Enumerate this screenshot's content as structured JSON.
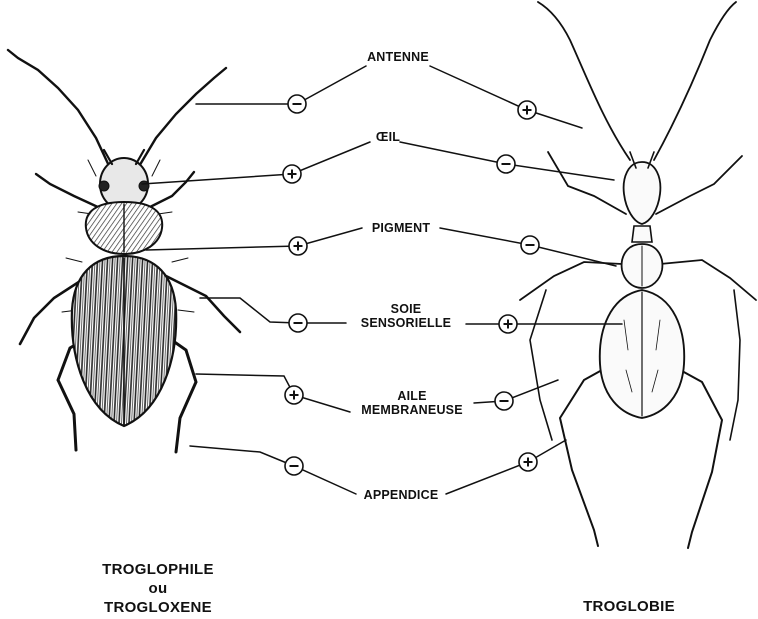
{
  "sign_symbols": {
    "minus": "−",
    "plus": "+"
  },
  "traits": [
    {
      "id": "antenne",
      "label": "ANTENNE",
      "label2": "",
      "left_sign": "minus",
      "right_sign": "plus"
    },
    {
      "id": "oeil",
      "label": "ŒIL",
      "label2": "",
      "left_sign": "plus",
      "right_sign": "minus"
    },
    {
      "id": "pigment",
      "label": "PIGMENT",
      "label2": "",
      "left_sign": "plus",
      "right_sign": "minus"
    },
    {
      "id": "soie",
      "label": "SOIE",
      "label2": "SENSORIELLE",
      "left_sign": "minus",
      "right_sign": "plus"
    },
    {
      "id": "aile",
      "label": "AILE",
      "label2": "MEMBRANEUSE",
      "left_sign": "plus",
      "right_sign": "minus"
    },
    {
      "id": "appendice",
      "label": "APPENDICE",
      "label2": "",
      "left_sign": "minus",
      "right_sign": "plus"
    }
  ],
  "left_caption": {
    "line1": "TROGLOPHILE",
    "line2": "ou",
    "line3": "TROGLOXENE"
  },
  "right_caption": {
    "line1": "TROGLOBIE"
  },
  "colors": {
    "ink": "#111111",
    "body_fill": "#f5f5f5",
    "circle_fill": "#ffffff"
  }
}
